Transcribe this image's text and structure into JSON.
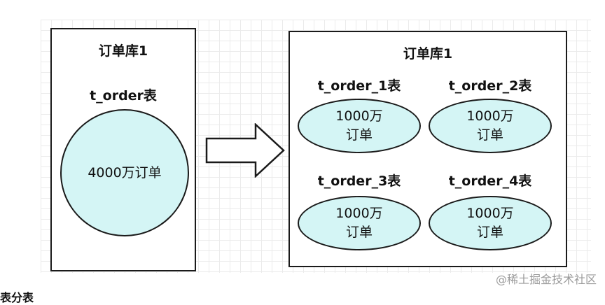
{
  "left_db": {
    "title": "订单库1",
    "table": "t_order表",
    "content": "4000万订单"
  },
  "right_db": {
    "title": "订单库1",
    "shards": [
      {
        "label": "t_order_1表",
        "line1": "1000万",
        "line2": "订单"
      },
      {
        "label": "t_order_2表",
        "line1": "1000万",
        "line2": "订单"
      },
      {
        "label": "t_order_3表",
        "line1": "1000万",
        "line2": "订单"
      },
      {
        "label": "t_order_4表",
        "line1": "1000万",
        "line2": "订单"
      }
    ]
  },
  "arrow": {
    "icon": "right-arrow-icon"
  },
  "watermark": "@稀土掘金技术社区",
  "caption_fragment": "表分表"
}
